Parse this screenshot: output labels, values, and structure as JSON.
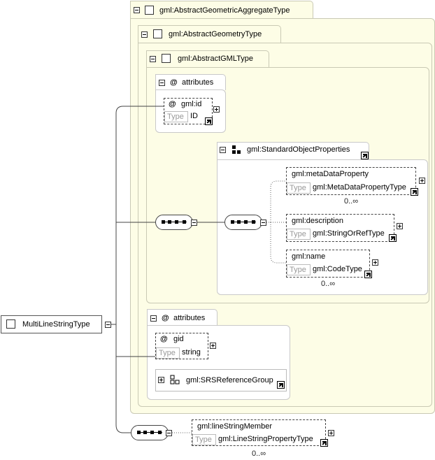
{
  "root": {
    "name": "MultiLineStringType"
  },
  "types": {
    "aggregate": "gml:AbstractGeometricAggregateType",
    "geometry": "gml:AbstractGeometryType",
    "gml": "gml:AbstractGMLType"
  },
  "attributes_label": "attributes",
  "at_symbol": "@",
  "type_label": "Type",
  "gml_attributes": {
    "id": {
      "name": "gml:id",
      "type": "ID"
    }
  },
  "standard_object_properties": {
    "name": "gml:StandardObjectProperties",
    "elements": [
      {
        "name": "gml:metaDataProperty",
        "type": "gml:MetaDataPropertyType",
        "cardinality": "0..∞"
      },
      {
        "name": "gml:description",
        "type": "gml:StringOrRefType",
        "cardinality": ""
      },
      {
        "name": "gml:name",
        "type": "gml:CodeType",
        "cardinality": "0..∞"
      }
    ]
  },
  "geometry_attributes": {
    "gid": {
      "name": "gid",
      "type": "string"
    },
    "group": "gml:SRSReferenceGroup"
  },
  "member": {
    "name": "gml:lineStringMember",
    "type": "gml:LineStringPropertyType",
    "cardinality": "0..∞"
  }
}
